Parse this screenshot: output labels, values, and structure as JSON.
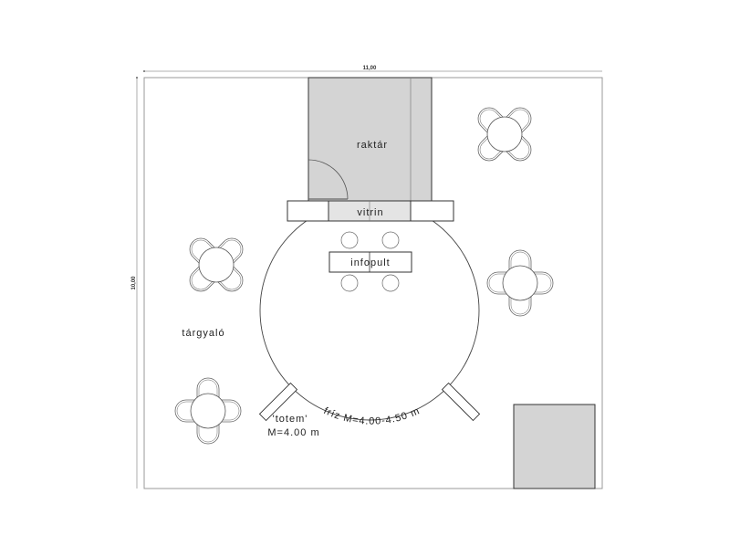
{
  "dimensions": {
    "width_label": "11,00",
    "height_label": "10,00"
  },
  "labels": {
    "storage": "raktár",
    "showcase": "vitrin",
    "info_desk": "infopult",
    "meeting_area": "tárgyaló",
    "totem_name": "'totem'",
    "totem_height": "M=4.00 m",
    "frieze": "fríz M=4.00-4.50 m"
  },
  "colors": {
    "fill_gray": "#d4d4d4",
    "line": "#333333"
  }
}
